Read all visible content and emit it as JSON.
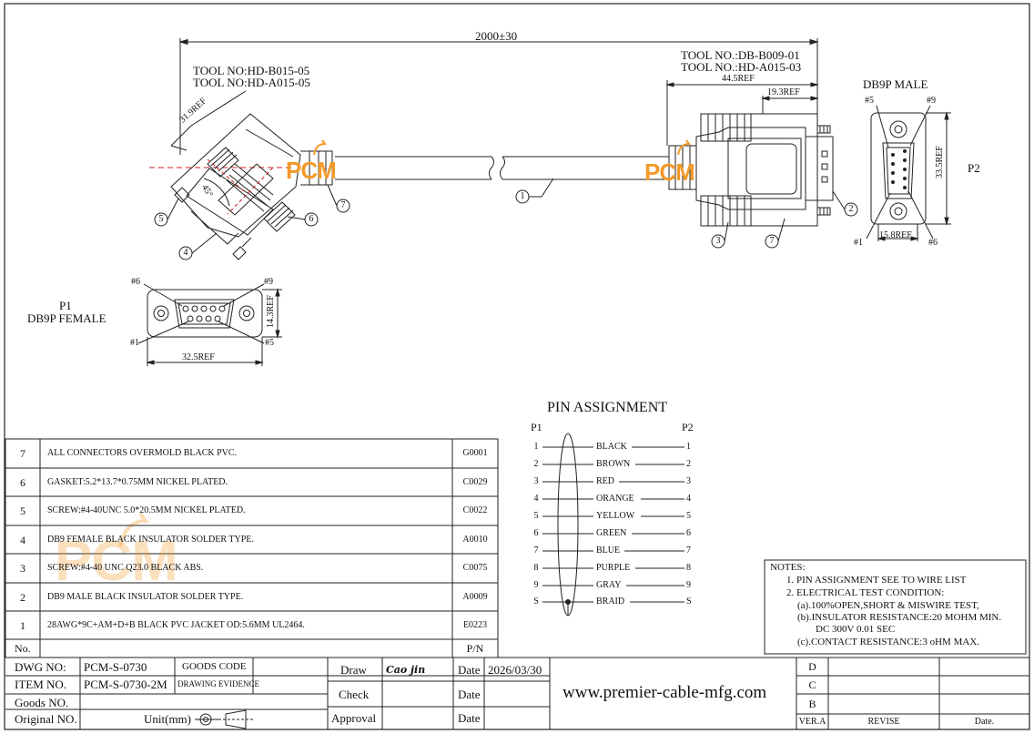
{
  "drawing": {
    "overall_length": "2000±30",
    "left_tools": [
      "TOOL NO:HD-B015-05",
      "TOOL NO:HD-A015-05"
    ],
    "right_tools": [
      "TOOL NO.:DB-B009-01",
      "TOOL NO.:HD-A015-03"
    ],
    "dims": {
      "ref_31_9": "31.9REF",
      "angle_45": "45°",
      "ref_44_5": "44.5REF",
      "ref_19_3": "19.3REF",
      "ref_33_5": "33.5REF",
      "ref_15_8": "15.8REF",
      "ref_14_3": "14.3REF",
      "ref_32_5": "32.5REF"
    },
    "male_title": "DB9P MALE",
    "p2": "P2",
    "p1": "P1",
    "female_title": "DB9P FEMALE",
    "pins": {
      "n1": "#1",
      "n5": "#5",
      "n6": "#6",
      "n9": "#9"
    },
    "callouts": [
      "1",
      "2",
      "3",
      "4",
      "5",
      "6",
      "7"
    ],
    "logo": "PCM"
  },
  "bom": [
    {
      "no": "7",
      "desc": "ALL CONNECTORS OVERMOLD BLACK PVC.",
      "pn": "G0001"
    },
    {
      "no": "6",
      "desc": "GASKET:5.2*13.7*0.75MM NICKEL PLATED.",
      "pn": "C0029"
    },
    {
      "no": "5",
      "desc": "SCREW:#4-40UNC 5.0*20.5MM NICKEL PLATED.",
      "pn": "C0022"
    },
    {
      "no": "4",
      "desc": "DB9 FEMALE BLACK INSULATOR SOLDER TYPE.",
      "pn": "A0010"
    },
    {
      "no": "3",
      "desc": "SCREW:#4-40 UNC Q23.0 BLACK ABS.",
      "pn": "C0075"
    },
    {
      "no": "2",
      "desc": "DB9 MALE BLACK INSULATOR SOLDER TYPE.",
      "pn": "A0009"
    },
    {
      "no": "1",
      "desc": "28AWG*9C+AM+D+B BLACK PVC JACKET OD:5.6MM UL2464.",
      "pn": "E0223"
    }
  ],
  "bom_header": {
    "no": "No.",
    "pn": "P/N"
  },
  "pin_assignment": {
    "title": "PIN   ASSIGNMENT",
    "left_label": "P1",
    "right_label": "P2",
    "rows": [
      {
        "p1": "1",
        "color": "BLACK",
        "p2": "1"
      },
      {
        "p1": "2",
        "color": "BROWN",
        "p2": "2"
      },
      {
        "p1": "3",
        "color": "RED",
        "p2": "3"
      },
      {
        "p1": "4",
        "color": "ORANGE",
        "p2": "4"
      },
      {
        "p1": "5",
        "color": "YELLOW",
        "p2": "5"
      },
      {
        "p1": "6",
        "color": "GREEN",
        "p2": "6"
      },
      {
        "p1": "7",
        "color": "BLUE",
        "p2": "7"
      },
      {
        "p1": "8",
        "color": "PURPLE",
        "p2": "8"
      },
      {
        "p1": "9",
        "color": "GRAY",
        "p2": "9"
      },
      {
        "p1": "S",
        "color": "BRAID",
        "p2": "S"
      }
    ]
  },
  "notes": {
    "title": "NOTES:",
    "lines": [
      "1.  PIN ASSIGNMENT SEE TO WIRE LIST",
      "2.  ELECTRICAL TEST CONDITION:",
      "(a).100%OPEN,SHORT & MISWIRE TEST,",
      "(b).INSULATOR RESISTANCE:20 MOHM MIN.",
      "DC 300V 0.01 SEC",
      "(c).CONTACT RESISTANCE:3 oHM MAX."
    ]
  },
  "title_block": {
    "dwg_no_label": "DWG NO:",
    "dwg_no": "PCM-S-0730",
    "goods_code_label": "GOODS CODE",
    "item_no_label": "ITEM NO.",
    "item_no": "PCM-S-0730-2M",
    "drawing_evidence_label": "DRAWING EVIDENCE",
    "goods_no_label": "Goods NO.",
    "original_no_label": "Original NO.",
    "unit_label": "Unit(mm)",
    "draw_label": "Draw",
    "draw_signature": "Cao jin",
    "check_label": "Check",
    "approval_label": "Approval",
    "date_label": "Date",
    "date_value": "2026/03/30",
    "website": "www.premier-cable-mfg.com",
    "rev_rows": [
      "D",
      "C",
      "B"
    ],
    "rev_header": {
      "ver": "VER.A",
      "revise": "REVISE",
      "date": "Date."
    }
  }
}
